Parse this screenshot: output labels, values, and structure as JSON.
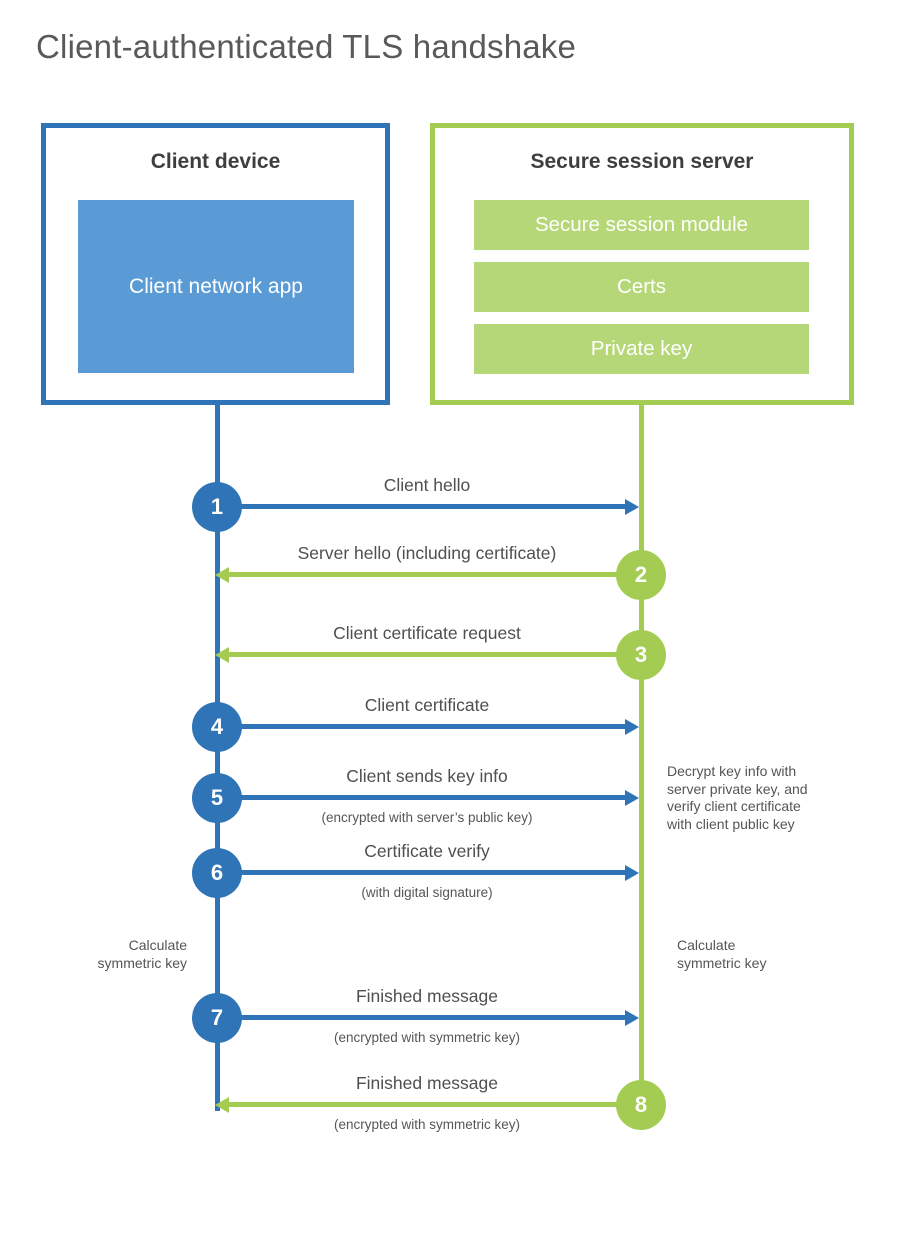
{
  "title": "Client-authenticated TLS handshake",
  "client_box": {
    "title": "Client device",
    "app_label": "Client network app"
  },
  "server_box": {
    "title": "Secure session server",
    "modules": [
      "Secure session module",
      "Certs",
      "Private key"
    ]
  },
  "messages": [
    {
      "number": "1",
      "label": "Client hello",
      "direction": "client-to-server"
    },
    {
      "number": "2",
      "label": "Server hello (including certificate)",
      "direction": "server-to-client"
    },
    {
      "number": "3",
      "label": "Client certificate request",
      "direction": "server-to-client"
    },
    {
      "number": "4",
      "label": "Client certificate",
      "direction": "client-to-server"
    },
    {
      "number": "5",
      "label": "Client sends key info",
      "sublabel": "(encrypted with server’s public key)",
      "direction": "client-to-server"
    },
    {
      "number": "6",
      "label": "Certificate verify",
      "sublabel": "(with digital signature)",
      "direction": "client-to-server"
    },
    {
      "number": "7",
      "label": "Finished message",
      "sublabel": "(encrypted with symmetric key)",
      "direction": "client-to-server"
    },
    {
      "number": "8",
      "label": "Finished message",
      "sublabel": "(encrypted with symmetric key)",
      "direction": "server-to-client"
    }
  ],
  "annotations": {
    "decrypt_note": "Decrypt key info with\nserver private key, and\nverify client certificate\nwith client public key",
    "calculate_left": "Calculate\nsymmetric key",
    "calculate_right": "Calculate\nsymmetric key"
  },
  "colors": {
    "blue": "#2e74b7",
    "light_blue": "#5b9bd5",
    "green": "#a5cc52",
    "light_green": "#b5d778",
    "text_dark": "#3e3e40",
    "text_gray": "#4f4f4f"
  }
}
